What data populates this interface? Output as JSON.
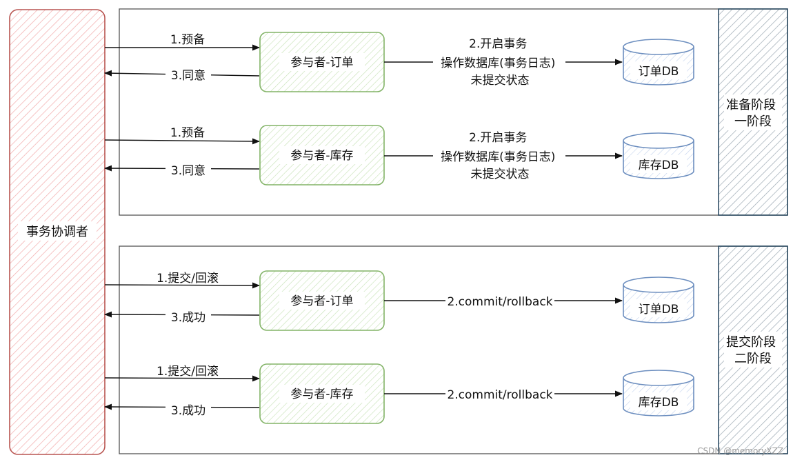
{
  "coordinator": {
    "label": "事务协调者"
  },
  "phases": [
    {
      "side_label_lines": [
        "准备阶段",
        "一阶段"
      ],
      "rows": [
        {
          "participant": "参与者-订单",
          "database": "订单DB",
          "request_label": "1.预备",
          "response_label": "3.同意",
          "action_lines": [
            "2.开启事务",
            "操作数据库(事务日志)",
            "未提交状态"
          ]
        },
        {
          "participant": "参与者-库存",
          "database": "库存DB",
          "request_label": "1.预备",
          "response_label": "3.同意",
          "action_lines": [
            "2.开启事务",
            "操作数据库(事务日志)",
            "未提交状态"
          ]
        }
      ]
    },
    {
      "side_label_lines": [
        "提交阶段",
        "二阶段"
      ],
      "rows": [
        {
          "participant": "参与者-订单",
          "database": "订单DB",
          "request_label": "1.提交/回滚",
          "response_label": "3.成功",
          "action_lines": [
            "2.commit/rollback"
          ]
        },
        {
          "participant": "参与者-库存",
          "database": "库存DB",
          "request_label": "1.提交/回滚",
          "response_label": "3.成功",
          "action_lines": [
            "2.commit/rollback"
          ]
        }
      ]
    }
  ],
  "watermark": "CSDN @memoryXZZ",
  "colors": {
    "coordinator_stroke": "#b85450",
    "coordinator_hatch": "#f3b0b0",
    "participant_stroke": "#82b366",
    "participant_hatch": "#c8e2b8",
    "db_stroke": "#6c8ebf",
    "db_hatch": "#c7d6ee",
    "phase_stroke": "#555555",
    "side_stroke": "#23445d",
    "side_hatch": "#9aa7b2"
  }
}
